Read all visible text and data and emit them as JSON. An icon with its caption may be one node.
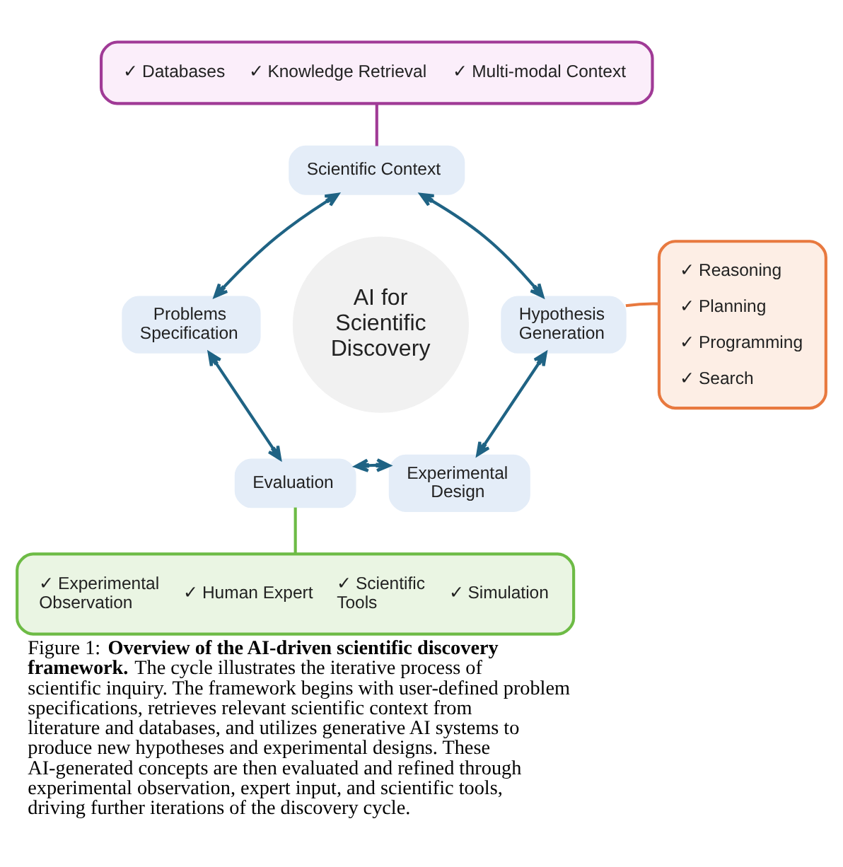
{
  "diagram": {
    "caption": "Figure 1: **Overview of the AI-driven scientific discovery framework.** The cycle illustrates the iterative process of scientific inquiry. The framework begins with user-defined problem specifications, retrieves relevant scientific context from literature and databases, and utilizes generative AI systems to produce new hypotheses and experimental designs. These AI-generated concepts are then evaluated and refined through experimental observation, expert input, and scientific tools, driving further iterations of the discovery cycle.",
    "nodes": [
      {
        "text": [
          "✓ Databases",
          "✓ Knowledge Retrieval",
          "✓ Multi-modal Context"
        ]
      },
      {
        "text": [
          "Scientific Context"
        ]
      },
      {
        "text": [
          "Problems Specification"
        ]
      },
      {
        "text": [
          "AI for Scientific Discovery"
        ]
      },
      {
        "text": [
          "Hypothesis Generation"
        ]
      },
      {
        "text": [
          "✓ Reasoning",
          "✓ Planning",
          "✓ Programming",
          "✓ Search"
        ]
      },
      {
        "text": [
          "Evaluation"
        ]
      },
      {
        "text": [
          "Experimental Design"
        ]
      },
      {
        "text": [
          "✓ Experimental Observation",
          "✓ Human Expert",
          "✓ Scientific Tools",
          "✓ Simulation"
        ]
      }
    ],
    "edges": [
      {
        "from": 0,
        "to": 1,
        "arrow": "none",
        "color": "#a03a96"
      },
      {
        "from": 1,
        "to": 2,
        "arrow": "both"
      },
      {
        "from": 1,
        "to": 4,
        "arrow": "both"
      },
      {
        "from": 4,
        "to": 5,
        "arrow": "none",
        "color": "#e8793f"
      },
      {
        "from": 4,
        "to": 7,
        "arrow": "both"
      },
      {
        "from": 6,
        "to": 7,
        "arrow": "both"
      },
      {
        "from": 2,
        "to": 6,
        "arrow": "both"
      },
      {
        "from": 6,
        "to": 8,
        "arrow": "none",
        "color": "#6dbb45"
      }
    ]
  }
}
